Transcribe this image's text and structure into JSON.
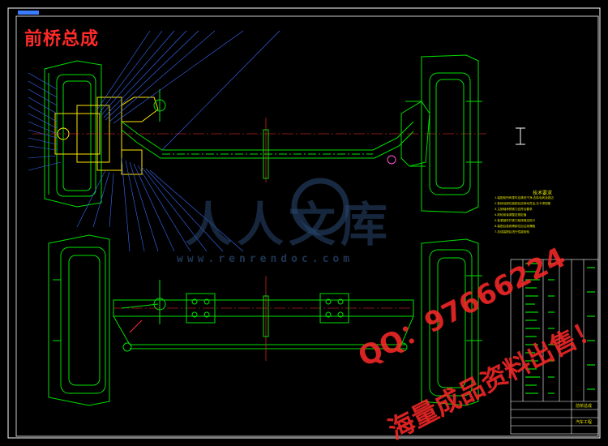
{
  "drawing": {
    "title": "前桥总成",
    "watermark_text": "人人文库",
    "watermark_url": "www.renrendoc.com",
    "qq_text": "QQ：97666224",
    "ad_text": "海量成品资料出售！",
    "notes_title": "技术要求",
    "notes": [
      "1.装配前所有零件应清洗干净,去除毛刺及锐边",
      "2.各转动部位装配后应转动灵活,无卡滞现象",
      "3.主销轴承预紧力应符合要求",
      "4.前轮前束调整至规定值",
      "5.各紧固件拧紧力矩按规定执行",
      "6.装配后各润滑部位加注润滑脂",
      "7.总成装配后进行性能检验"
    ],
    "title_block": {
      "name": "前桥总成",
      "org": "汽车工程"
    }
  },
  "colors": {
    "background": "#000000",
    "outline": "#00e000",
    "leader": "#3a6cff",
    "centerline": "#ff3030",
    "highlight": "#ffe600",
    "frame": "#ffffff",
    "title": "#ff2a2a"
  }
}
